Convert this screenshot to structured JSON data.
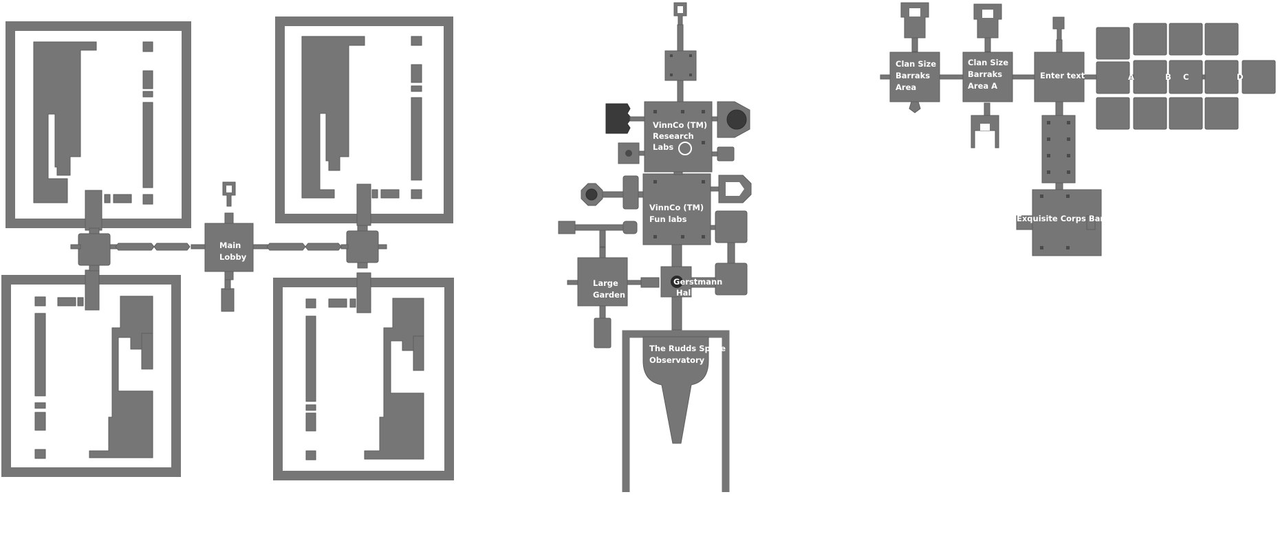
{
  "map": {
    "title": "",
    "palette": {
      "room": "#767676",
      "room_dark": "#3a3a3a",
      "label": "#ffffff",
      "background": "#ffffff"
    },
    "rooms": {
      "main_lobby": [
        "Main",
        "Lobby"
      ],
      "research_labs": [
        "VinnCo (TM)",
        "Research",
        "Labs"
      ],
      "fun_labs": [
        "VinnCo (TM)",
        "Fun labs"
      ],
      "large_garden": [
        "Large",
        "Garden"
      ],
      "gerstmann_hall": [
        "Gerstmann",
        "Hall"
      ],
      "observatory": [
        "The Rudds Space",
        "Observatory"
      ],
      "barraks_1": [
        "Clan Size",
        "Barraks",
        "Area"
      ],
      "barraks_a": [
        "Clan Size",
        "Barraks",
        "Area A"
      ],
      "enter_text": [
        "Enter text"
      ],
      "corps_barracks": [
        "Exquisite Corps Barra"
      ],
      "grid_a": "A",
      "grid_b": "B",
      "grid_c": "C",
      "grid_d": "D"
    }
  }
}
